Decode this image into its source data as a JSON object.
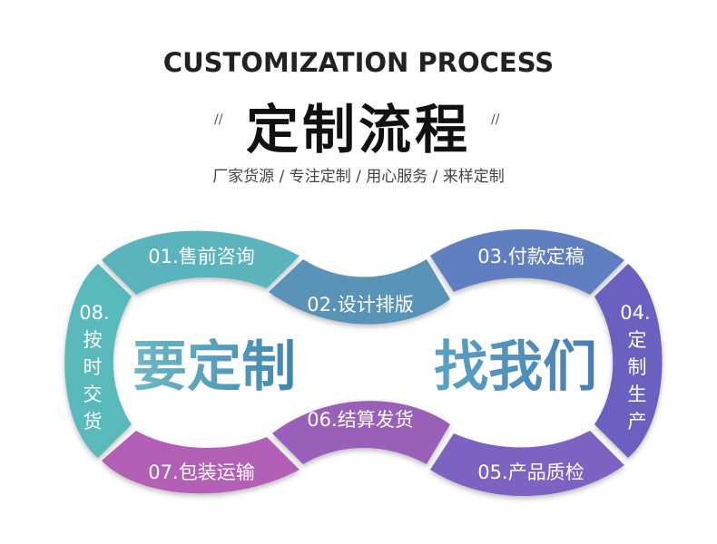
{
  "header": {
    "title_en": "CUSTOMIZATION PROCESS",
    "title_cn": "定制流程",
    "slash_left": "//",
    "slash_right": "//",
    "subtitle": "厂家货源 / 专注定制 / 用心服务 / 来样定制"
  },
  "center": {
    "left_text": "要定制",
    "right_text": "找我们"
  },
  "steps": {
    "s01": {
      "label": "01.售前咨询",
      "color": "#5ab3bd"
    },
    "s02": {
      "label": "02.设计排版",
      "color": "#5a93b8"
    },
    "s03": {
      "label": "03.付款定稿",
      "color": "#5f7fc1"
    },
    "s04": {
      "num": "04.",
      "chars": [
        "定",
        "制",
        "生",
        "产"
      ],
      "color": "#6a60bf"
    },
    "s05": {
      "label": "05.产品质检",
      "color": "#7e62c2"
    },
    "s06": {
      "label": "06.结算发货",
      "color": "#9a5eb9"
    },
    "s07": {
      "label": "07.包装运输",
      "color": "#b35fb6"
    },
    "s08": {
      "num": "08.",
      "chars": [
        "按",
        "时",
        "交",
        "货"
      ],
      "color": "#5ab9ba"
    }
  }
}
